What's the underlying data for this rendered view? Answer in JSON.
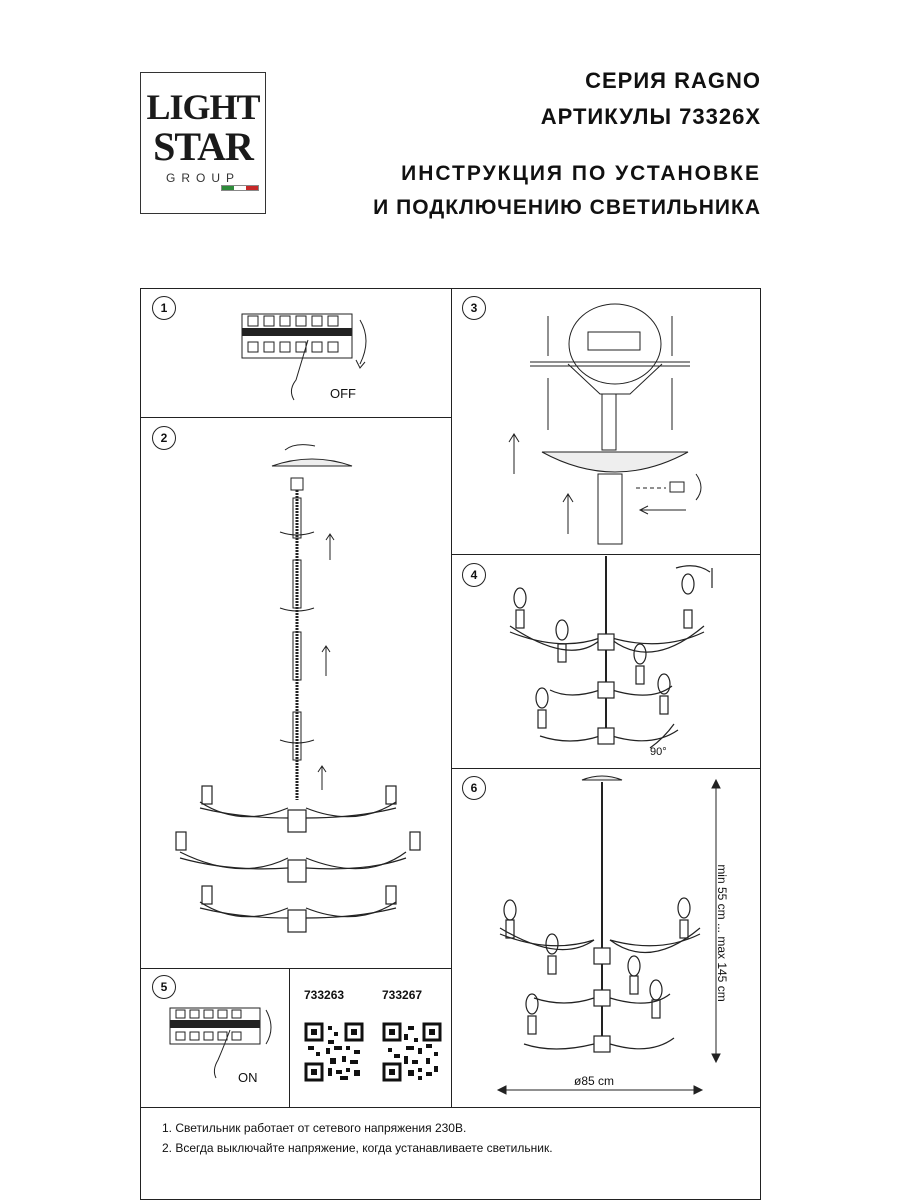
{
  "logo": {
    "line1": "LIGHT",
    "line2": "STAR",
    "line3": "GROUP"
  },
  "header": {
    "series": "СЕРИЯ RAGNO",
    "articles": "АРТИКУЛЫ 73326X",
    "title_line1": "ИНСТРУКЦИЯ ПО УСТАНОВКЕ",
    "title_line2": "И ПОДКЛЮЧЕНИЮ СВЕТИЛЬНИКА"
  },
  "steps": {
    "s1": "1",
    "s2": "2",
    "s3": "3",
    "s4": "4",
    "s5": "5",
    "s6": "6",
    "off_label": "OFF",
    "on_label": "ON",
    "angle_label": "90°",
    "height_label": "min 55 cm ... max 145 cm",
    "diameter_label": "ø85 cm"
  },
  "qr": {
    "article1": "733263",
    "article2": "733267"
  },
  "notes": [
    "1. Светильник работает от сетевого напряжения 230В.",
    "2. Всегда выключайте напряжение, когда устанавливаете светильник."
  ]
}
